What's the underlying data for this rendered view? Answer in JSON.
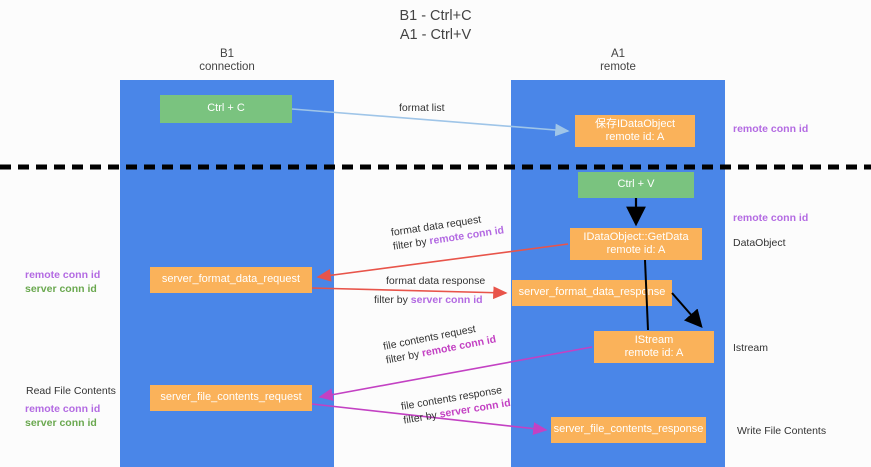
{
  "title": {
    "line1": "B1 - Ctrl+C",
    "line2": "A1 - Ctrl+V"
  },
  "lanes": [
    {
      "id": "b1",
      "name": "B1",
      "role": "connection"
    },
    {
      "id": "a1",
      "name": "A1",
      "role": "remote"
    }
  ],
  "nodes": {
    "ctrl_c": {
      "line1": "Ctrl + C",
      "line2": "",
      "color": "#7ac37f"
    },
    "save_idataobject": {
      "line1": "保存IDataObject",
      "line2": "remote id: A",
      "color": "#fab25a"
    },
    "ctrl_v": {
      "line1": "Ctrl + V",
      "line2": "",
      "color": "#7ac37f"
    },
    "getdata": {
      "line1": "IDataObject::GetData",
      "line2": "remote id: A",
      "color": "#fab25a"
    },
    "server_format_data_request": {
      "line1": "server_format_data_request",
      "line2": "",
      "color": "#fab25a"
    },
    "server_format_data_response": {
      "line1": "server_format_data_response",
      "line2": "",
      "color": "#fab25a"
    },
    "istream": {
      "line1": "IStream",
      "line2": "remote id: A",
      "color": "#fab25a"
    },
    "server_file_contents_request": {
      "line1": "server_file_contents_request",
      "line2": "",
      "color": "#fab25a"
    },
    "server_file_contents_response": {
      "line1": "server_file_contents_response",
      "line2": "",
      "color": "#fab25a"
    }
  },
  "edge_labels": {
    "format_list": "format list",
    "format_data_request": "format data request",
    "format_data_request_filter_prefix": "filter by ",
    "format_data_request_filter_key": "remote conn id",
    "format_data_response": "format data response",
    "format_data_response_filter_prefix": "filter by ",
    "format_data_response_filter_key": "server conn id",
    "file_contents_request": "file contents request",
    "file_contents_request_filter_prefix": "filter by ",
    "file_contents_request_filter_key": "remote conn id",
    "file_contents_response": "file contents response",
    "file_contents_response_filter_prefix": "filter by ",
    "file_contents_response_filter_key": "server conn id"
  },
  "side_labels": {
    "right_top_remote_conn_id": "remote conn id",
    "right_mid_remote_conn_id": "remote conn id",
    "right_dataobject": "DataObject",
    "right_istream": "Istream",
    "right_write_file_contents": "Write File Contents",
    "left_remote_conn_id_1": "remote conn id",
    "left_server_conn_id_1": "server conn id",
    "left_read_file_contents": "Read File Contents",
    "left_remote_conn_id_2": "remote conn id",
    "left_server_conn_id_2": "server conn id"
  },
  "colors": {
    "lane": "#4a86e8",
    "green_node": "#7ac37f",
    "orange_node": "#fab25a",
    "purple_text": "#b36ae2",
    "green_text": "#6aa84f",
    "magenta_text": "#c341c3",
    "red_arrow": "#e8544a",
    "lightblue_arrow": "#9fc5e8",
    "black_arrow": "#000000",
    "divider": "#000000",
    "background": "#fcfcfc"
  }
}
